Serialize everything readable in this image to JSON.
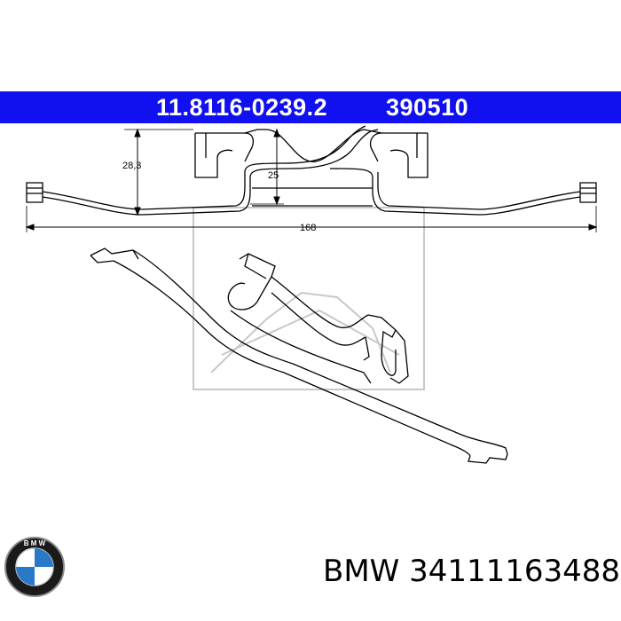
{
  "header": {
    "part_number": "11.8116-0239.2",
    "reference": "390510",
    "banner_color": "#1010f0"
  },
  "dimensions": {
    "height_total": "28,3",
    "height_inner": "25",
    "length": "168"
  },
  "footer": {
    "brand": "BMW",
    "part_code": "34111163488",
    "logo": {
      "name": "bmw-roundel-logo",
      "text_top": "B M W"
    }
  }
}
